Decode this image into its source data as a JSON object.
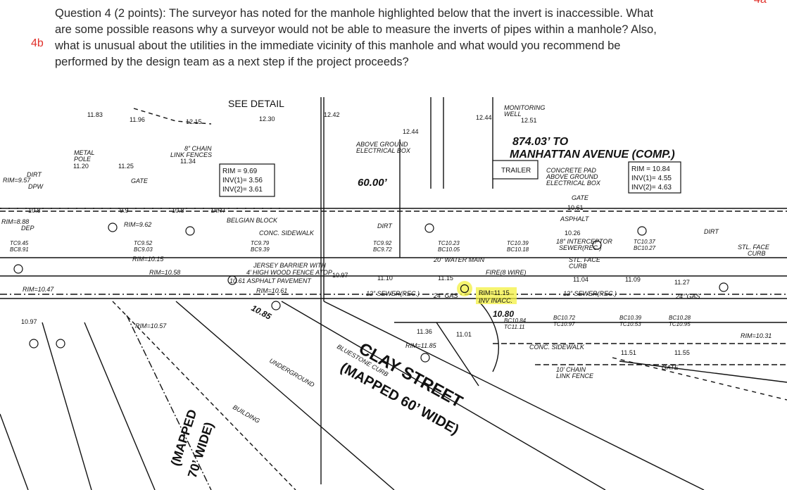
{
  "question": {
    "corner_label": "4a",
    "label": "4b",
    "lines": [
      "Question 4 (2 points): The surveyor has noted for the manhole highlighted below that the invert is inaccessible. What",
      "are some possible reasons why a surveyor would not be able to measure the inverts of pipes within a manhole? Also,",
      "what is unusual about the utilities in the immediate vicinity of this manhole and what would you recommend be",
      "performed by the design team as a next step if the project proceeds?"
    ]
  },
  "survey_labels": {
    "see_detail": "SEE DETAIL",
    "distance": "874.03’ TO",
    "avenue": "MANHATTAN AVENUE (COMP.)",
    "clay_street": "CLAY STREET",
    "clay_width": "(MAPPED 60’ WIDE)",
    "side_street_width_1": "(MAPPED",
    "side_street_width_2": "70’ WIDE)",
    "sixty_ft": "60.00’",
    "trailer": "TRAILER",
    "monitoring_well": "MONITORING",
    "monitoring_well_2": "WELL",
    "metal_pole": "METAL",
    "metal_pole_2": "POLE",
    "chain_fence": "8” CHAIN",
    "chain_fence_2": "LINK FENCES",
    "above_ground_box": "ABOVE GROUND",
    "above_ground_box_2": "ELECTRICAL BOX",
    "concrete_pad": "CONCRETE PAD",
    "concrete_pad_2": "ABOVE GROUND",
    "concrete_pad_3": "ELECTRICAL BOX",
    "dirt": "DIRT",
    "gate": "GATE",
    "belgian_block": "BELGIAN BLOCK",
    "conc_sidewalk": "CONC. SIDEWALK",
    "jersey_barrier": "JERSEY BARRIER WITH",
    "jersey_barrier_2": "4’ HIGH WOOD FENCE ATOP",
    "asphalt_pavement": "10.61 ASPHALT PAVEMENT",
    "water_main": "20” WATER MAIN",
    "sewer_12": "12” SEWER(REC.)",
    "gas_24": "24” GAS",
    "interceptor": "18” INTERCEPTOR",
    "interceptor_2": "SEWER(REC.)",
    "stl_face": "STL. FACE",
    "stl_face_2": "CURB",
    "asphalt": "ASPHALT",
    "fire_wire": "FIRE(8 WIRE)",
    "highlight_rim": "RIM=11.15",
    "highlight_inv": "INV INACC.",
    "rim_box_1": [
      "RIM = 9.69",
      "INV(1)= 3.56",
      "INV(2)= 3.61"
    ],
    "rim_box_2": [
      "RIM = 10.84",
      "INV(1)= 4.55",
      "INV(2)= 4.63"
    ],
    "spot_10_80": "10.80",
    "spot_10_85": "10.85",
    "rim_11_85": "RIM=11.85",
    "bluestone_curb": "BLUESTONE CURB",
    "conc_sidewalk_2": "CONC. SIDEWALK",
    "chain_10": "10’ CHAIN",
    "chain_10_2": "LINK FENCE",
    "underground_vault": "UNDERGROUND",
    "building": "BUILDING",
    "elevations": [
      "11.83",
      "11.96",
      "12.15",
      "12.30",
      "12.42",
      "12.44",
      "12.44",
      "12.51",
      "11.20",
      "11.25",
      "11.34",
      "10.8",
      "10.8",
      "9.9",
      "10.26",
      "10.61",
      "11.04",
      "11.09",
      "11.27",
      "11.51",
      "11.55",
      "10.97",
      "11.36",
      "11.01",
      "11.10",
      "10.97",
      "11.15"
    ],
    "rim_notes": [
      "RIM=9.57",
      "RIM=8.88",
      "RIM=9.62",
      "RIM=10.15",
      "RIM=10.58",
      "RIM=10.47",
      "RIM=10.61",
      "RIM=10.57",
      "RIM=10.31",
      "DPW",
      "DEP"
    ],
    "structure_notes": [
      "TC9.45",
      "BC8.91",
      "TC9.52",
      "BC9.03",
      "TC9.79",
      "BC9.39",
      "TC9.92",
      "BC9.72",
      "TC10.23",
      "BC10.05",
      "TC10.39",
      "BC10.18",
      "TC10.37",
      "BC10.27",
      "BC10.72",
      "TC10.97",
      "BC10.39",
      "TC10.53",
      "BC10.28",
      "TC10.95",
      "BC10.84",
      "TC11.11"
    ]
  },
  "colors": {
    "question_label": "#e0312b",
    "highlight": "#f3f040",
    "linework": "#111111"
  }
}
